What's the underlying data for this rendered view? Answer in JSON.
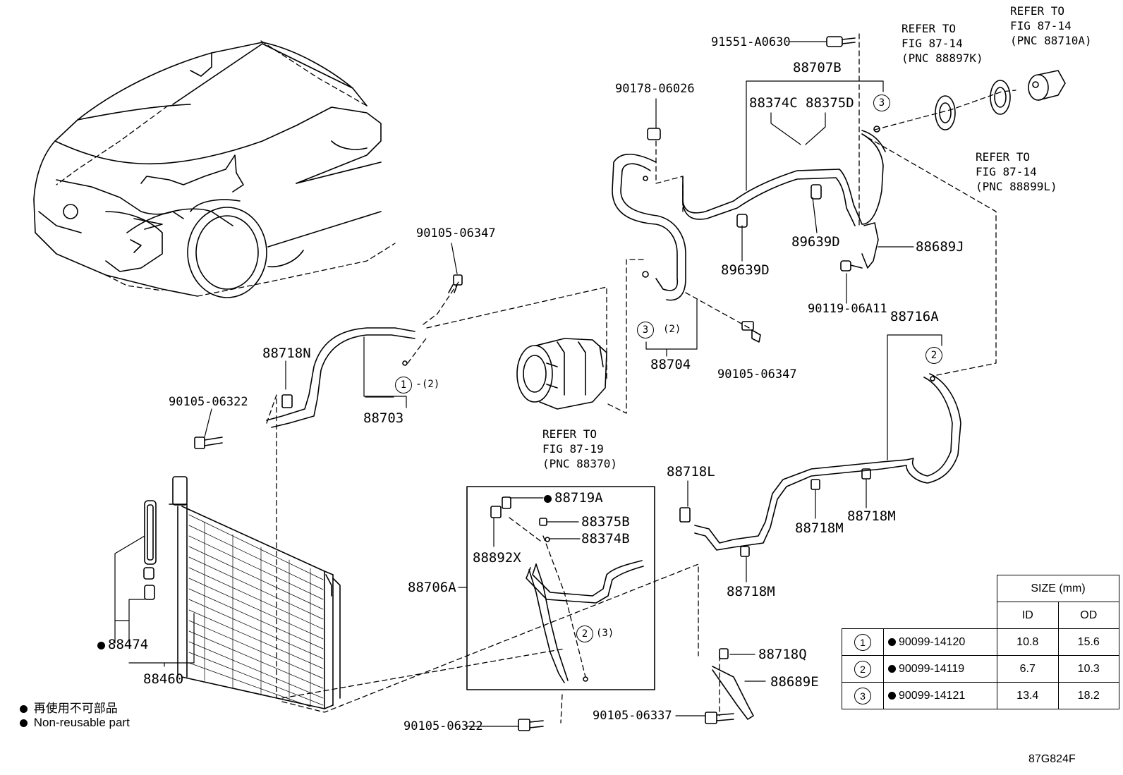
{
  "labels": {
    "p91551": "91551-A0630",
    "p88707B": "88707B",
    "p90178": "90178-06026",
    "p88374C": "88374C",
    "p88375D": "88375D",
    "p89639D_a": "89639D",
    "p89639D_b": "89639D",
    "p88689J": "88689J",
    "p90119": "90119-06A11",
    "p88716A": "88716A",
    "p90105_06347_a": "90105-06347",
    "p90105_06347_b": "90105-06347",
    "p88718N": "88718N",
    "p90105_06322_a": "90105-06322",
    "p88703": "88703",
    "p88704": "88704",
    "p88718L": "88718L",
    "p88718M_a": "88718M",
    "p88718M_b": "88718M",
    "p88718M_c": "88718M",
    "p88719A": "88719A",
    "p88375B": "88375B",
    "p88374B": "88374B",
    "p88892X": "88892X",
    "p88706A": "88706A",
    "p88474": "88474",
    "p88460": "88460",
    "p88718Q": "88718Q",
    "p88689E": "88689E",
    "p90105_06337": "90105-06337",
    "p90105_06322_b": "90105-06322",
    "qty2_a": "(2)",
    "qty2_b": "(2)",
    "qty3": "(3)",
    "circ1": "1",
    "circ2a": "2",
    "circ2b": "2",
    "circ3a": "3",
    "circ3b": "3"
  },
  "references": {
    "ref_88710A": "REFER TO\nFIG 87-14\n(PNC 88710A)",
    "ref_88897K": "REFER TO\nFIG 87-14\n(PNC 88897K)",
    "ref_88899L": "REFER TO\nFIG 87-14\n(PNC 88899L)",
    "ref_88370": "REFER TO\nFIG 87-19\n(PNC 88370)"
  },
  "legend": {
    "line1": "再使用不可部品",
    "line2": "Non-reusable part"
  },
  "size_table": {
    "header": "SIZE (mm)",
    "col_id": "ID",
    "col_od": "OD",
    "rows": [
      {
        "key": "1",
        "part": "90099-14120",
        "id": "10.8",
        "od": "15.6"
      },
      {
        "key": "2",
        "part": "90099-14119",
        "id": "6.7",
        "od": "10.3"
      },
      {
        "key": "3",
        "part": "90099-14121",
        "id": "13.4",
        "od": "18.2"
      }
    ]
  },
  "figure_code": "87G824F"
}
